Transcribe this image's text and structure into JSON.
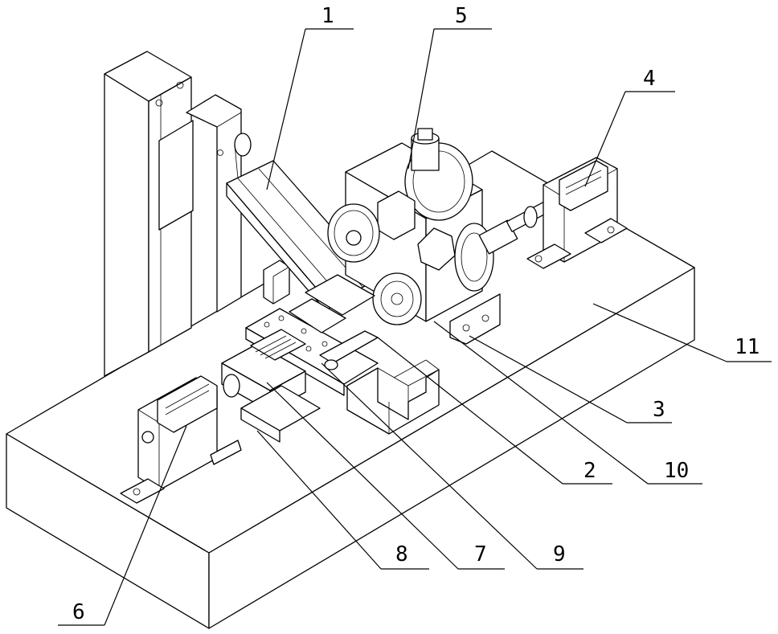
{
  "figure": {
    "callouts": [
      {
        "id": "1",
        "text": "1"
      },
      {
        "id": "2",
        "text": "2"
      },
      {
        "id": "3",
        "text": "3"
      },
      {
        "id": "4",
        "text": "4"
      },
      {
        "id": "5",
        "text": "5"
      },
      {
        "id": "6",
        "text": "6"
      },
      {
        "id": "7",
        "text": "7"
      },
      {
        "id": "8",
        "text": "8"
      },
      {
        "id": "9",
        "text": "9"
      },
      {
        "id": "10",
        "text": "10"
      },
      {
        "id": "11",
        "text": "11"
      }
    ]
  },
  "colors": {
    "line": "#000000",
    "background": "#ffffff"
  }
}
